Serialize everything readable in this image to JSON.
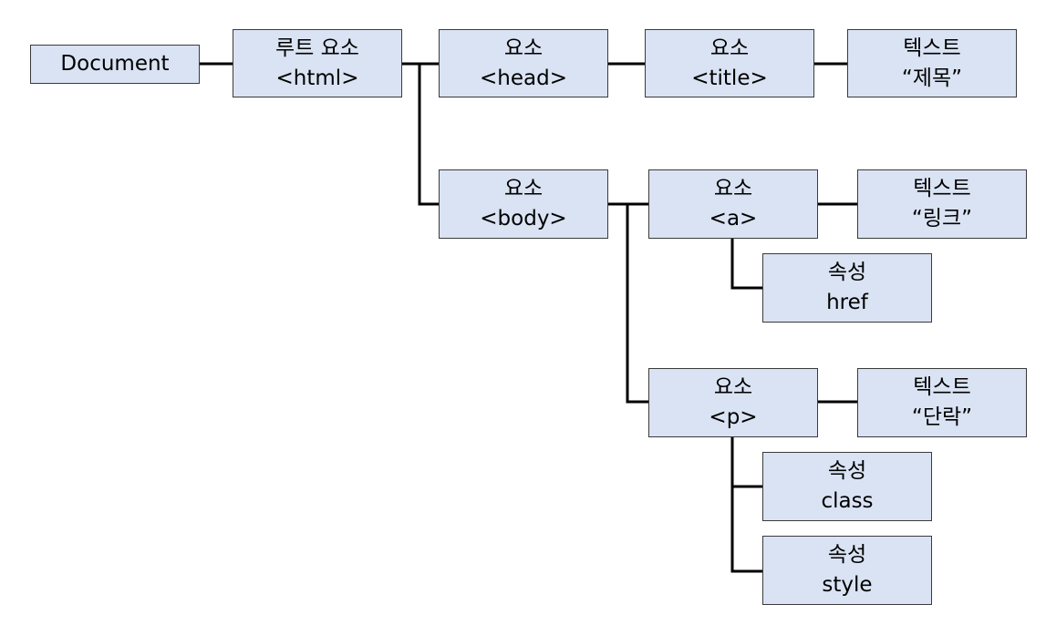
{
  "diagram": {
    "line_color": "#000000",
    "box_fill": "#dae3f3",
    "box_border": "#3a3a3a",
    "nodes": {
      "document": {
        "text": "Document"
      },
      "html": {
        "kind": "루트 요소",
        "tag": "<html>"
      },
      "head": {
        "kind": "요소",
        "tag": "<head>"
      },
      "title": {
        "kind": "요소",
        "tag": "<title>"
      },
      "title_text": {
        "kind": "텍스트",
        "value": "“제목”"
      },
      "body": {
        "kind": "요소",
        "tag": "<body>"
      },
      "a": {
        "kind": "요소",
        "tag": "<a>"
      },
      "a_text": {
        "kind": "텍스트",
        "value": "“링크”"
      },
      "a_href": {
        "kind": "속성",
        "name": "href"
      },
      "p": {
        "kind": "요소",
        "tag": "<p>"
      },
      "p_text": {
        "kind": "텍스트",
        "value": "“단락”"
      },
      "p_class": {
        "kind": "속성",
        "name": "class"
      },
      "p_style": {
        "kind": "속성",
        "name": "style"
      }
    }
  }
}
